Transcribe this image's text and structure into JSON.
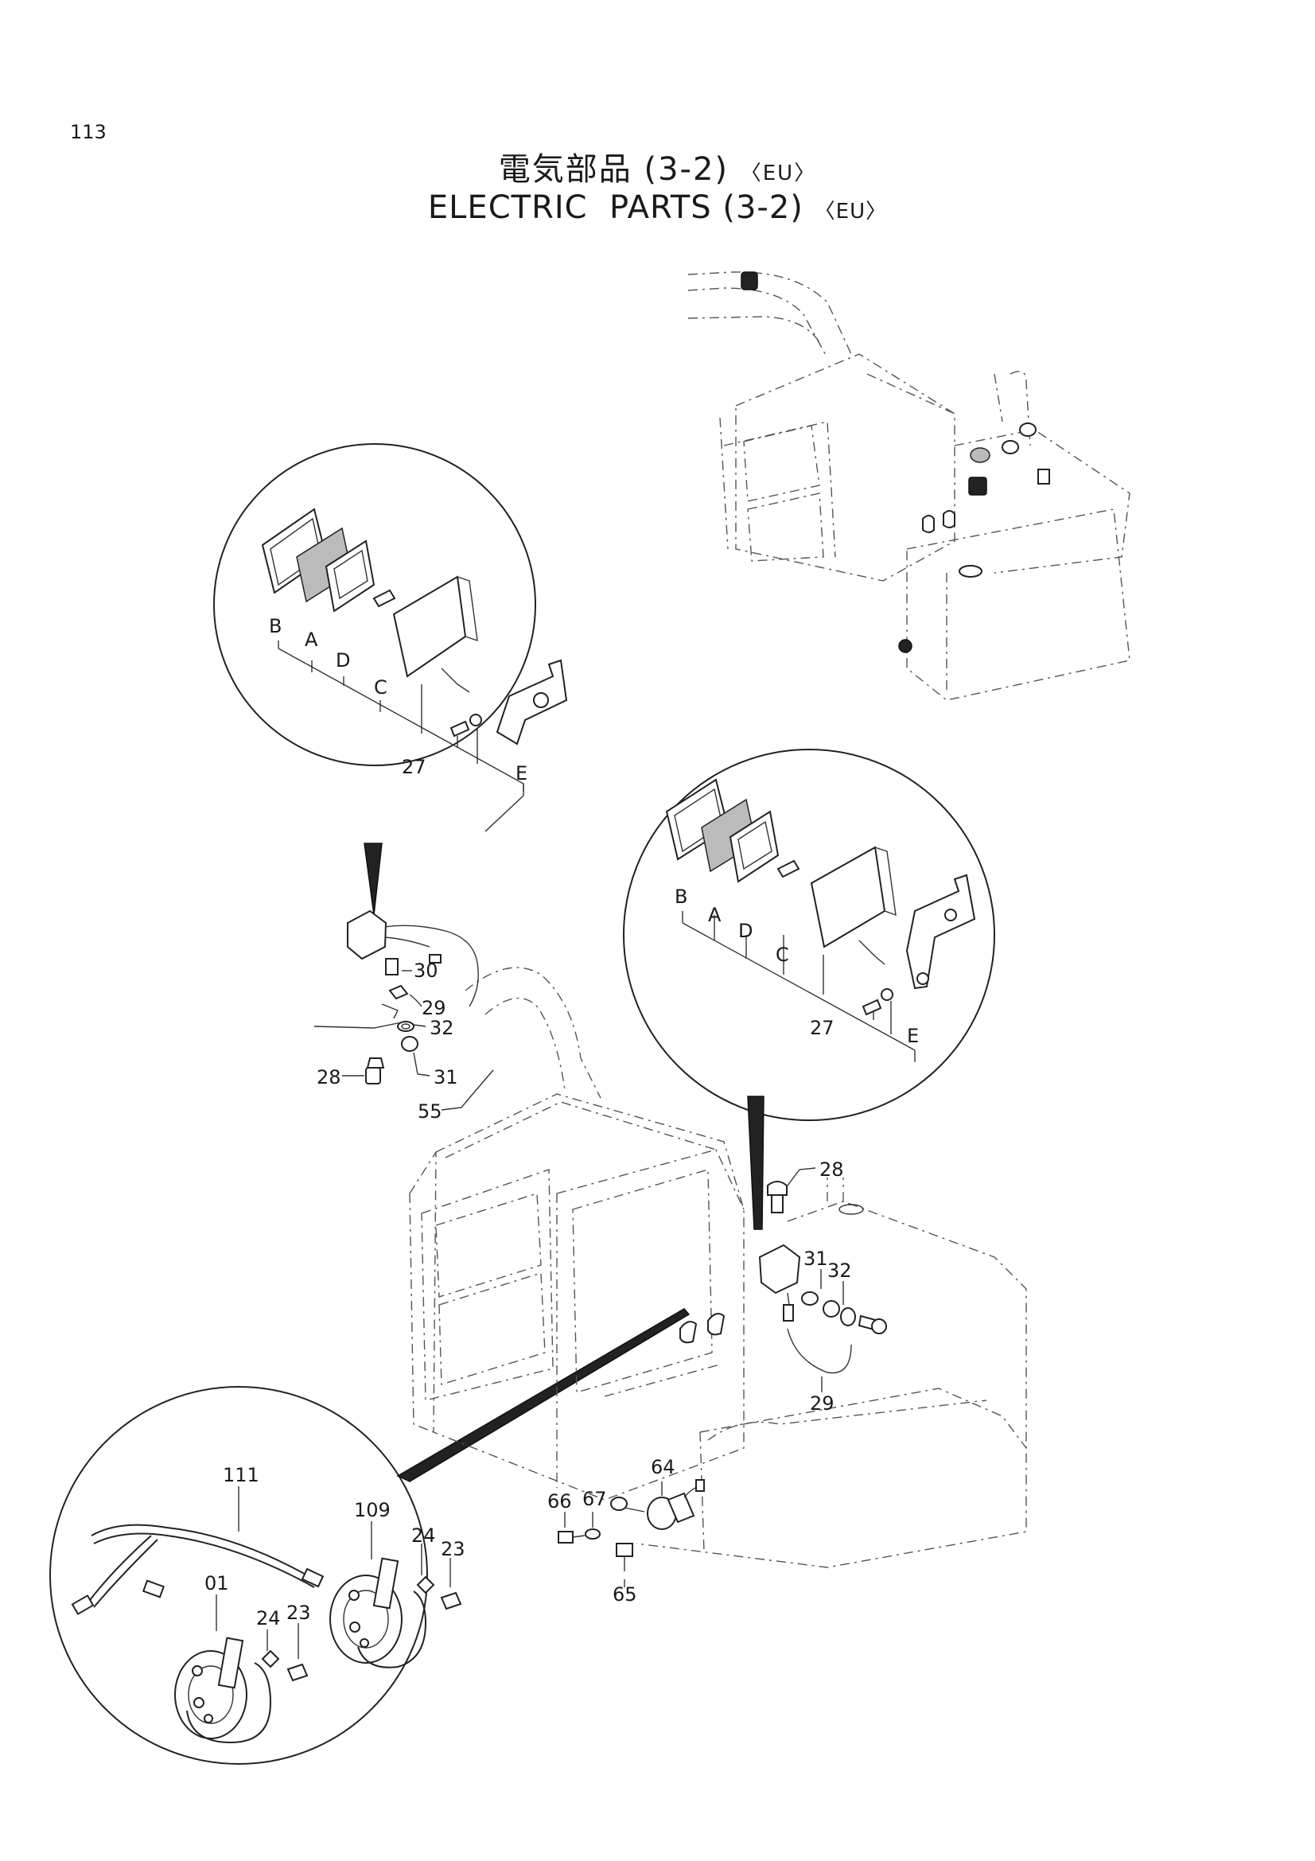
{
  "page": {
    "number": "113",
    "title_jp": "電気部品 (3-2)",
    "title_jp_tag": "〈EU〉",
    "title_en": "ELECTRIC  PARTS (3-2)",
    "title_en_tag": "〈EU〉"
  },
  "callouts": {
    "lamp1": {
      "b": "B",
      "a": "A",
      "d": "D",
      "c": "C",
      "e": "E",
      "lamp": "27"
    },
    "lamp2": {
      "b": "B",
      "a": "A",
      "d": "D",
      "c": "C",
      "e": "E",
      "lamp": "27"
    },
    "left_mount": {
      "p30": "30",
      "p29": "29",
      "p32": "32",
      "p31": "31",
      "p28": "28",
      "p55": "55"
    },
    "right_mount": {
      "p28": "28",
      "p31": "31",
      "p32": "32",
      "p29": "29"
    },
    "horn_mount": {
      "p64": "64",
      "p67": "67",
      "p66": "66",
      "p65": "65"
    },
    "horn_detail": {
      "p111": "111",
      "p01": "01",
      "p24a": "24",
      "p23a": "23",
      "p109": "109",
      "p24b": "24",
      "p23b": "23"
    }
  }
}
